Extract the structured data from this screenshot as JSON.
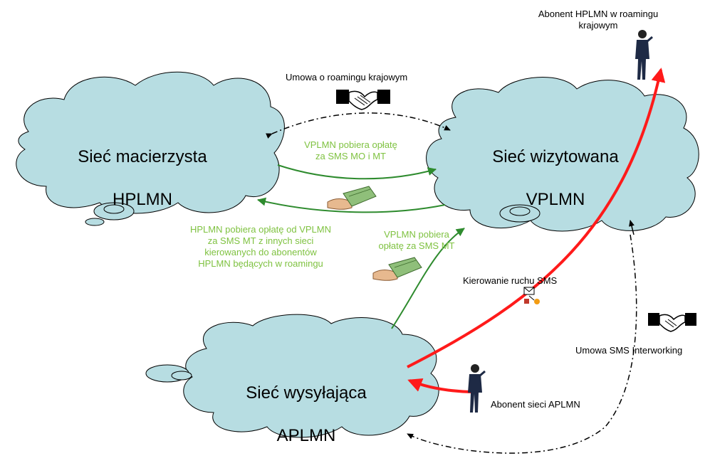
{
  "colors": {
    "cloud_fill": "#b7dde2",
    "cloud_stroke": "#000000",
    "green_arrow": "#2e8b2e",
    "green_text": "#7fc241",
    "red_arrow": "#ff1a1a",
    "black_dashed": "#000000"
  },
  "clouds": {
    "home": {
      "line1": "Sieć macierzysta",
      "line2": "HPLMN"
    },
    "visited": {
      "line1": "Sieć wizytowana",
      "line2": "VPLMN"
    },
    "sending": {
      "line1": "Sieć wysyłająca",
      "line2": "APLMN"
    }
  },
  "labels": {
    "roaming_subscriber": "Abonent HPLMN w roamingu\nkrajowym",
    "roaming_agreement": "Umowa o roamingu krajowym",
    "vplmn_charges_mo_mt": "VPLMN pobiera opłatę\nza SMS MO i MT",
    "hplmn_charges_vplmn": "HPLMN pobiera opłatę od VPLMN\nza SMS MT z innych sieci\nkierowanych do abonentów\nHPLMN będących w roamingu",
    "vplmn_charges_mt": "VPLMN pobiera\nopłatę za SMS MT",
    "sms_routing": "Kierowanie ruchu SMS",
    "sms_interworking": "Umowa SMS Interworking",
    "aplmn_subscriber": "Abonent sieci APLMN"
  },
  "icons": [
    "person-phone-icon",
    "handshake-icon",
    "money-hand-icon",
    "sms-routing-icon"
  ]
}
